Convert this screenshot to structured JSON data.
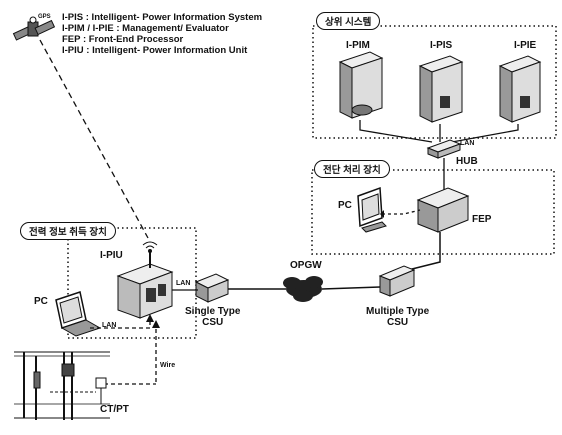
{
  "legend": {
    "gps": "GPS",
    "lines": [
      "I-PIS : Intelligent- Power Information System",
      "I-PIM / I-PIE : Management/ Evaluator",
      "FEP : Front-End Processor",
      "I-PIU : Intelligent- Power Information Unit"
    ]
  },
  "groups": {
    "upper_system": "상위 시스템",
    "front_processing": "전단 처리 장치",
    "power_info": "전력 정보 취득 장치"
  },
  "servers": [
    {
      "label": "I-PIM"
    },
    {
      "label": "I-PIS"
    },
    {
      "label": "I-PIE"
    }
  ],
  "labels": {
    "lan_top": "LAN",
    "hub": "HUB",
    "pc_right": "PC",
    "fep": "FEP",
    "ipiu": "I-PIU",
    "opgw": "OPGW",
    "lan_mid": "LAN",
    "single_csu": "Single Type\nCSU",
    "multi_csu": "Multiple Type\nCSU",
    "pc_left": "PC",
    "lan_left": "LAN",
    "wire": "Wire",
    "ctpt": "CT/PT"
  },
  "colors": {
    "ink": "#111111",
    "paper": "#ffffff",
    "shade": "#cfcfcf"
  }
}
